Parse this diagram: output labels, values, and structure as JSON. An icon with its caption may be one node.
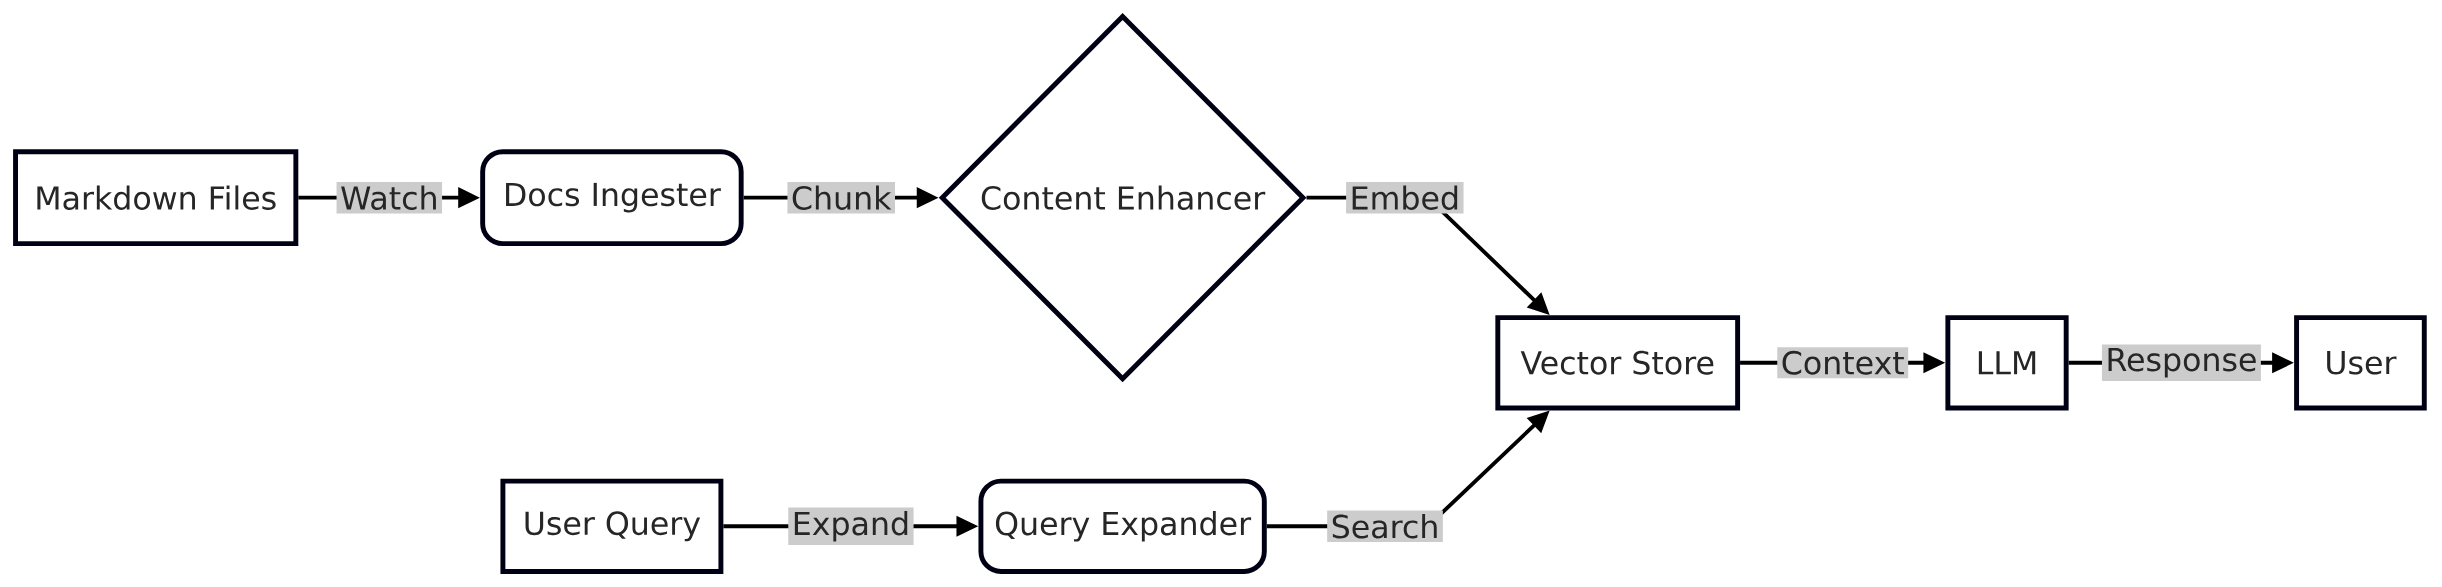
{
  "diagram": {
    "nodes": [
      {
        "text": [
          "Markdown Files"
        ]
      },
      {
        "text": [
          "Docs Ingester"
        ]
      },
      {
        "text": [
          "Content Enhancer"
        ]
      },
      {
        "text": [
          "Vector Store"
        ]
      },
      {
        "text": [
          "LLM"
        ]
      },
      {
        "text": [
          "User"
        ]
      },
      {
        "text": [
          "User Query"
        ]
      },
      {
        "text": [
          "Query Expander"
        ]
      }
    ],
    "edges": [
      {
        "from": 0,
        "to": 1,
        "arrow": "to",
        "label": "Watch"
      },
      {
        "from": 1,
        "to": 2,
        "arrow": "to",
        "label": "Chunk"
      },
      {
        "from": 2,
        "to": 3,
        "arrow": "to",
        "label": "Embed"
      },
      {
        "from": 6,
        "to": 7,
        "arrow": "to",
        "label": "Expand"
      },
      {
        "from": 7,
        "to": 3,
        "arrow": "to",
        "label": "Search"
      },
      {
        "from": 3,
        "to": 4,
        "arrow": "to",
        "label": "Context"
      },
      {
        "from": 4,
        "to": 5,
        "arrow": "to",
        "label": "Response"
      }
    ]
  }
}
